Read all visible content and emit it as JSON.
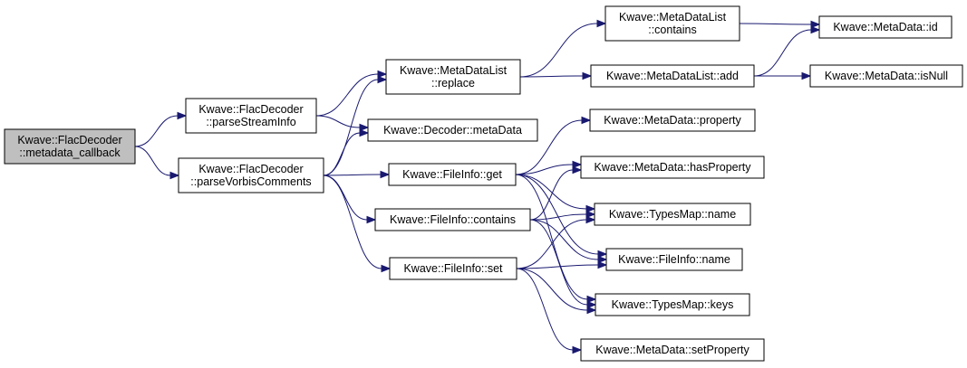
{
  "diagram": {
    "edge_color": "#191970",
    "root_fill": "#bfbfbf",
    "nodes": [
      {
        "id": "n0",
        "lines": [
          "Kwave::FlacDecoder",
          "::metadata_callback"
        ],
        "root": true
      },
      {
        "id": "n1",
        "lines": [
          "Kwave::FlacDecoder",
          "::parseStreamInfo"
        ]
      },
      {
        "id": "n2",
        "lines": [
          "Kwave::FlacDecoder",
          "::parseVorbisComments"
        ]
      },
      {
        "id": "n3",
        "lines": [
          "Kwave::MetaDataList",
          "::replace"
        ]
      },
      {
        "id": "n4",
        "lines": [
          "Kwave::Decoder::metaData"
        ]
      },
      {
        "id": "n5",
        "lines": [
          "Kwave::FileInfo::get"
        ]
      },
      {
        "id": "n6",
        "lines": [
          "Kwave::FileInfo::contains"
        ]
      },
      {
        "id": "n7",
        "lines": [
          "Kwave::FileInfo::set"
        ]
      },
      {
        "id": "n8",
        "lines": [
          "Kwave::MetaDataList",
          "::contains"
        ]
      },
      {
        "id": "n9",
        "lines": [
          "Kwave::MetaDataList::add"
        ]
      },
      {
        "id": "n10",
        "lines": [
          "Kwave::MetaData::id"
        ]
      },
      {
        "id": "n11",
        "lines": [
          "Kwave::MetaData::isNull"
        ]
      },
      {
        "id": "n12",
        "lines": [
          "Kwave::MetaData::property"
        ]
      },
      {
        "id": "n13",
        "lines": [
          "Kwave::MetaData::hasProperty"
        ]
      },
      {
        "id": "n14",
        "lines": [
          "Kwave::TypesMap::name"
        ]
      },
      {
        "id": "n15",
        "lines": [
          "Kwave::FileInfo::name"
        ]
      },
      {
        "id": "n16",
        "lines": [
          "Kwave::TypesMap::keys"
        ]
      },
      {
        "id": "n17",
        "lines": [
          "Kwave::MetaData::setProperty"
        ]
      }
    ],
    "edges": [
      {
        "from": "n0",
        "to": "n1"
      },
      {
        "from": "n0",
        "to": "n2"
      },
      {
        "from": "n1",
        "to": "n3"
      },
      {
        "from": "n1",
        "to": "n4"
      },
      {
        "from": "n2",
        "to": "n3"
      },
      {
        "from": "n2",
        "to": "n4"
      },
      {
        "from": "n2",
        "to": "n5"
      },
      {
        "from": "n2",
        "to": "n6"
      },
      {
        "from": "n2",
        "to": "n7"
      },
      {
        "from": "n3",
        "to": "n8"
      },
      {
        "from": "n3",
        "to": "n9"
      },
      {
        "from": "n8",
        "to": "n10"
      },
      {
        "from": "n9",
        "to": "n10"
      },
      {
        "from": "n9",
        "to": "n11"
      },
      {
        "from": "n5",
        "to": "n12"
      },
      {
        "from": "n5",
        "to": "n13"
      },
      {
        "from": "n5",
        "to": "n14"
      },
      {
        "from": "n5",
        "to": "n15"
      },
      {
        "from": "n5",
        "to": "n16"
      },
      {
        "from": "n6",
        "to": "n13"
      },
      {
        "from": "n6",
        "to": "n14"
      },
      {
        "from": "n6",
        "to": "n15"
      },
      {
        "from": "n6",
        "to": "n16"
      },
      {
        "from": "n7",
        "to": "n14"
      },
      {
        "from": "n7",
        "to": "n15"
      },
      {
        "from": "n7",
        "to": "n16"
      },
      {
        "from": "n7",
        "to": "n17"
      }
    ]
  }
}
